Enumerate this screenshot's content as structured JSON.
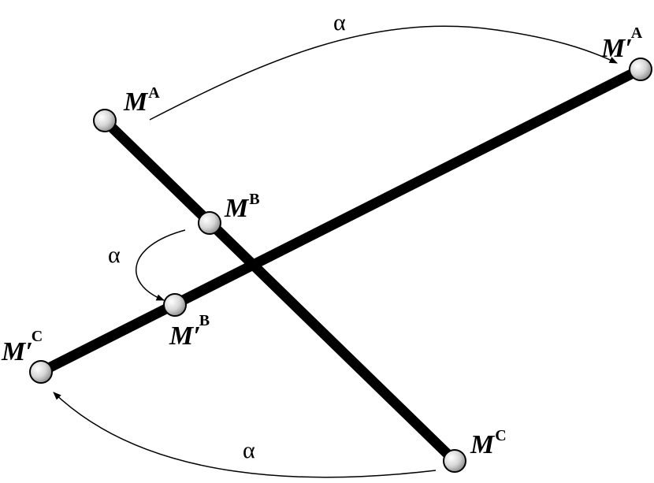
{
  "diagram": {
    "labels": {
      "m_a": {
        "base": "M",
        "sup": "A"
      },
      "m_b": {
        "base": "M",
        "sup": "B"
      },
      "m_c": {
        "base": "M",
        "sup": "C"
      },
      "m_prime_a": {
        "base": "M′",
        "sup": "A"
      },
      "m_prime_b": {
        "base": "M′",
        "sup": "B"
      },
      "m_prime_c": {
        "base": "M′",
        "sup": "C"
      }
    },
    "arrows": {
      "top": {
        "label": "α"
      },
      "middle": {
        "label": "α"
      },
      "bottom": {
        "label": "α"
      }
    },
    "colors": {
      "bar": "#000000",
      "node_light": "#ffffff",
      "node_dark": "#9a9a9a",
      "ink": "#000000"
    }
  }
}
